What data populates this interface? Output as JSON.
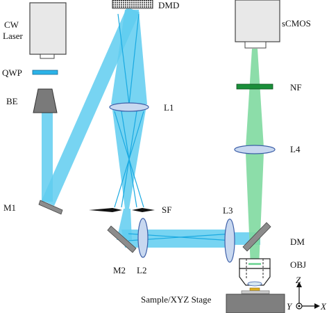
{
  "labels": {
    "cw_laser_line1": "CW",
    "cw_laser_line2": "Laser",
    "qwp": "QWP",
    "be": "BE",
    "m1": "M1",
    "dmd": "DMD",
    "l1": "L1",
    "sf": "SF",
    "m2": "M2",
    "l2": "L2",
    "l3": "L3",
    "scmos": "sCMOS",
    "nf": "NF",
    "l4": "L4",
    "dm": "DM",
    "obj": "OBJ",
    "stage": "Sample/XYZ Stage",
    "axis_z": "Z",
    "axis_y": "Y",
    "axis_x": "X"
  },
  "colors": {
    "excitation_beam": "#5fcdf0",
    "excitation_beam_dark": "#19a9e1",
    "emission_beam": "#7fd9a0",
    "notch_filter": "#1a8f3a",
    "qwp": "#2bb3e8",
    "lens_fill": "#c8d8f0",
    "lens_stroke": "#3d5fa8",
    "mirror": "#8c8c8c",
    "device_body": "#e8e8e8",
    "beam_expander": "#7a7a7a",
    "stage": "#7f7f7f"
  }
}
